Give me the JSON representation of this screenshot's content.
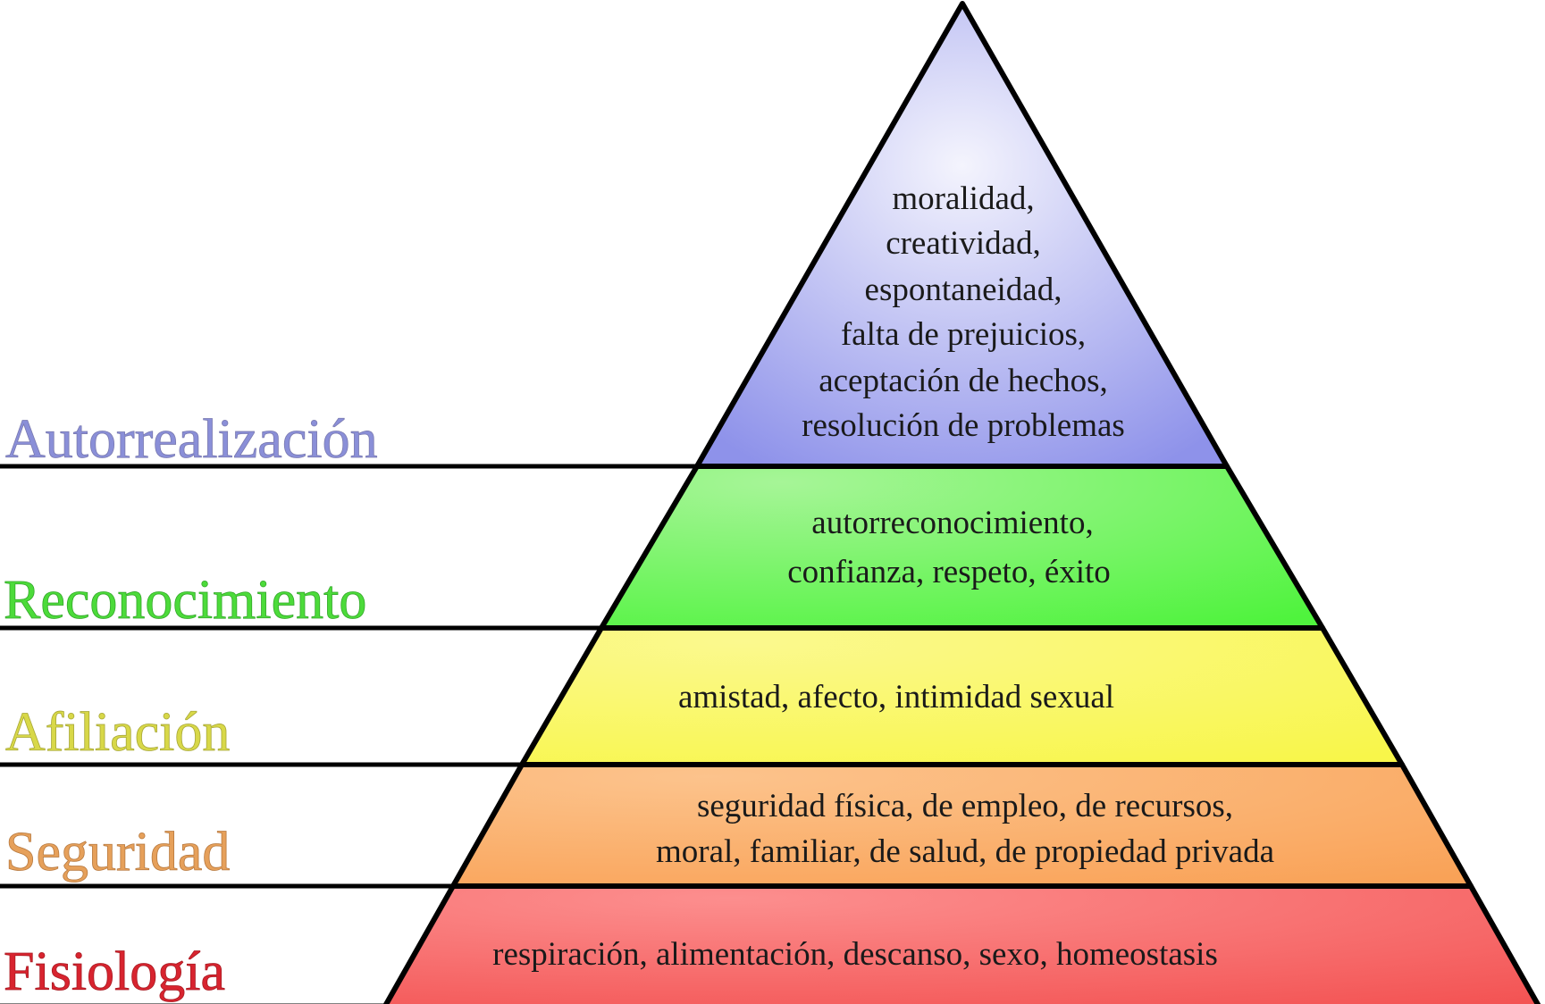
{
  "levels": [
    {
      "key": "autorrealizacion",
      "label": "Autorrealización",
      "label_color": "#8a8fd8",
      "fill_light": "#f4f4fd",
      "fill_dark": "#8e92ea",
      "lines": [
        "moralidad,",
        "creatividad,",
        "espontaneidad,",
        "falta de prejuicios,",
        "aceptación de hechos,",
        "resolución de problemas"
      ]
    },
    {
      "key": "reconocimiento",
      "label": "Reconocimiento",
      "label_color": "#4cdb3a",
      "fill_light": "#a6f597",
      "fill_dark": "#4ff33d",
      "lines": [
        "autorreconocimiento,",
        "confianza, respeto, éxito"
      ]
    },
    {
      "key": "afiliacion",
      "label": "Afiliación",
      "label_color": "#d8d848",
      "fill_light": "#fbf98e",
      "fill_dark": "#f8f64a",
      "lines": [
        "amistad, afecto, intimidad sexual"
      ]
    },
    {
      "key": "seguridad",
      "label": "Seguridad",
      "label_color": "#e6a05a",
      "fill_light": "#fcc38c",
      "fill_dark": "#f9a257",
      "lines": [
        "seguridad física, de empleo, de recursos,",
        "moral, familiar, de salud, de propiedad privada"
      ]
    },
    {
      "key": "fisiologia",
      "label": "Fisiología",
      "label_color": "#d8242f",
      "fill_light": "#fc8e8e",
      "fill_dark": "#f35353",
      "lines": [
        "respiración, alimentación, descanso, sexo, homeostasis"
      ]
    }
  ]
}
